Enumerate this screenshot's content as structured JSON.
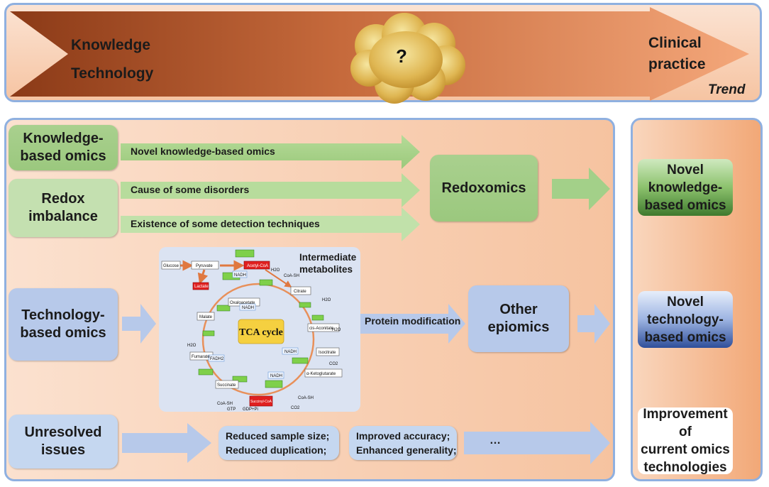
{
  "top": {
    "left_line1": "Knowledge",
    "left_line2": "Technology",
    "cloud_text": "?",
    "right_line1": "Clinical",
    "right_line2": "practice",
    "trend": "Trend"
  },
  "left_boxes": {
    "knowledge": "Knowledge-\nbased omics",
    "redox": "Redox\nimbalance",
    "technology": "Technology-\nbased omics",
    "unresolved": "Unresolved\nissues"
  },
  "arrow_labels": {
    "novel_kb": "Novel knowledge-based omics",
    "cause": "Cause of some disorders",
    "existence": "Existence of some detection techniques",
    "protein_mod": "Protein modification"
  },
  "middle": {
    "redoxomics": "Redoxomics",
    "other_epiomics": "Other\nepiomics",
    "intermediate": "Intermediate\nmetabolites",
    "reduced": "Reduced sample size;\nReduced duplication;",
    "improved": "Improved accuracy;\nEnhanced generality;",
    "ellipsis": "…"
  },
  "right": {
    "novel_kb": "Novel\nknowledge-\nbased omics",
    "novel_tb": "Novel\ntechnology-\nbased omics",
    "improvement": "Improvement of\ncurrent omics\ntechnologies"
  },
  "tca": {
    "center": "TCA cycle",
    "glucose": "Glucose",
    "pyruvate": "Pyruvate",
    "acetyl": "Acetyl-CoA",
    "lactate": "Lactate",
    "nadh1": "NADH",
    "h2o1": "H2O",
    "coash1": "CoA-SH",
    "oxaloacetate": "Oxaloacetate",
    "citrate": "Citrate",
    "cisaconitate": "cis-Aconitate",
    "isocitrate": "Isocitrate",
    "akg": "α-Ketoglutarate",
    "succinylcoa": "Succinyl-CoA",
    "succinate": "Succinate",
    "fumarate": "Fumarate",
    "malate": "Malate",
    "nadh2": "NADH",
    "nadh3": "NADH",
    "nadh4": "NADH",
    "fadh": "FADH2",
    "co2a": "CO2",
    "co2b": "CO2",
    "h2o2": "H2O",
    "h2o3": "H2O",
    "h2o4": "H2O",
    "coash2": "CoA-SH",
    "coash3": "CoA-SH",
    "gtp": "GTP",
    "gdp": "GDP+Pi"
  },
  "colors": {
    "top_arrow_dark": "#8b3a17",
    "top_arrow_light": "#f4a77a",
    "cloud": "#d9a441",
    "green_box": "#a9d08e",
    "blue_box": "#b7c9ea",
    "tca_center": "#f5d040",
    "metabolite_red": "#e02020",
    "enzyme_green": "#7fd04a"
  }
}
